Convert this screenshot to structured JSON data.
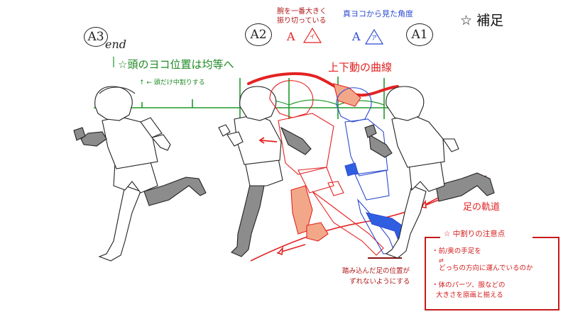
{
  "sheet": {
    "title": "☆ 補足",
    "background": "#ffffff"
  },
  "keys": {
    "a3": {
      "label": "A3",
      "suffix": "end"
    },
    "a2": {
      "label": "A2"
    },
    "a1": {
      "label": "A1"
    }
  },
  "annotations": {
    "head_position": "☆頭のヨコ位置は均等へ",
    "head_sub": "↑ ← 頭だけ中割りする",
    "red_note_line1": "腕を一番大きく",
    "red_note_line2": "振り切っている",
    "red_mark": "A",
    "red_tri_label": "イ",
    "blue_note": "真ヨコから見た角度",
    "blue_mark": "A",
    "blue_tri_label": "ア",
    "updown_curve": "上下動の曲線",
    "foot_trajectory": "足の軌道",
    "foot_plant_line1": "踏み込んだ足の位置が",
    "foot_plant_line2": "ずれないようにする"
  },
  "note_box": {
    "title": "☆ 中割りの注意点",
    "bullet1_line1": "・前/奥の手足を",
    "bullet1_line2": "どっちの方向に運んでいるのか",
    "bullet1_arrows": "⇄",
    "bullet2_line1": "・体のパーツ、服などの",
    "bullet2_line2": "大きさを原画と揃える"
  },
  "colors": {
    "green_guide": "#1f9a2a",
    "red_inbetween": "#e32222",
    "blue_inbetween": "#2b4bd0",
    "skin_fill_red": "#f2a888",
    "fill_blue": "#2f5fe0",
    "shade_gray": "#8c8c8c",
    "line_black": "#222222"
  }
}
